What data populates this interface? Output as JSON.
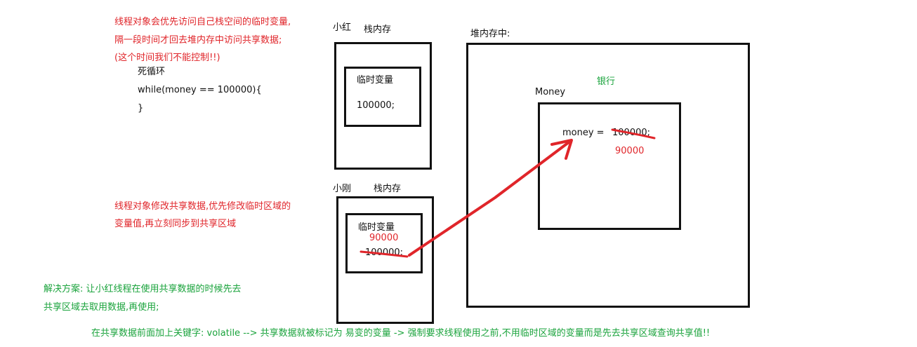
{
  "notes": {
    "red_top_1": "线程对象会优先访问自己栈空间的临时变量,",
    "red_top_2": "隔一段时间才回去堆内存中访问共享数据;",
    "red_top_3": "(这个时间我们不能控制!!)",
    "code_1": "死循环",
    "code_2": "while(money == 100000){",
    "code_3": "}",
    "red_mid_1": "线程对象修改共享数据,优先修改临时区域的",
    "red_mid_2": "变量值,再立刻同步到共享区域",
    "green_sol_1": "解决方案: 让小红线程在使用共享数据的时候先去",
    "green_sol_2": "共享区域去取用数据,再使用;",
    "green_bottom": "在共享数据前面加上关键字: volatile --> 共享数据就被标记为 易变的变量 -> 强制要求线程使用之前,不用临时区域的变量而是先去共享区域查询共享值!!"
  },
  "xiaohong": {
    "name": "小红",
    "stack_label": "栈内存",
    "temp_label": "临时变量",
    "temp_value": "100000;"
  },
  "xiaogang": {
    "name": "小刚",
    "stack_label": "栈内存",
    "temp_label": "临时变量",
    "new_value": "90000",
    "old_value": "100000;"
  },
  "heap": {
    "label": "堆内存中:",
    "bank_label": "银行",
    "money_label": "Money",
    "money_text": "money = ",
    "old_value": "100000;",
    "new_value": "90000"
  },
  "colors": {
    "red": "#e0252a",
    "green": "#1aa33c",
    "black": "#111111"
  }
}
